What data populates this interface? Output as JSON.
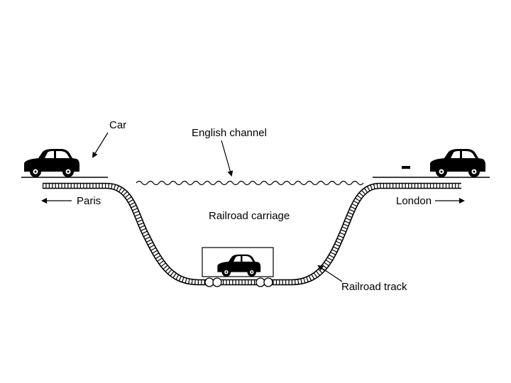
{
  "labels": {
    "car": "Car",
    "english_channel": "English channel",
    "railroad_carriage": "Railroad carriage",
    "railroad_track": "Railroad track",
    "paris": "Paris",
    "london": "London"
  },
  "ink_color": "#000000"
}
